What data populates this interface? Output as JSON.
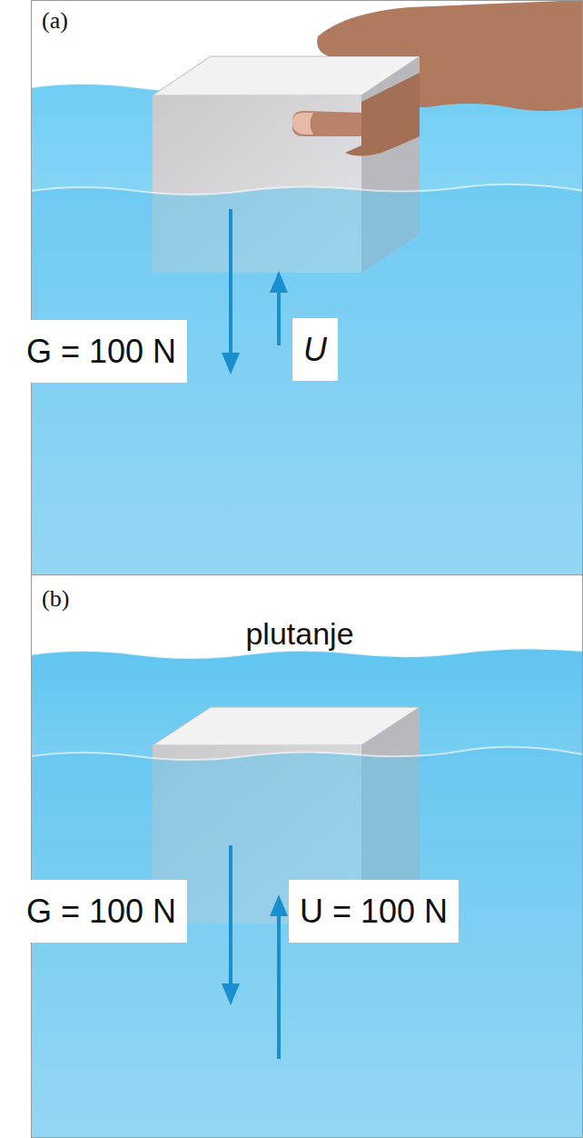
{
  "diagram": {
    "labels": [
      "(a)",
      "G = 100 N",
      "U",
      "(b)",
      "plutanje",
      "G = 100 N",
      "U = 100 N"
    ]
  }
}
